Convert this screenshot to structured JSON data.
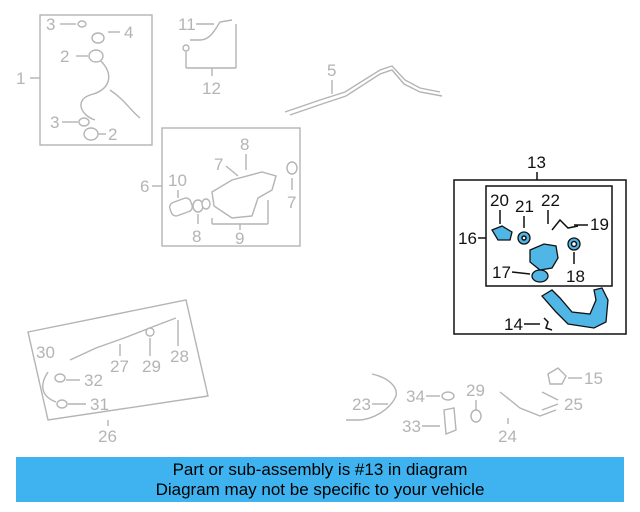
{
  "labels": {
    "n1": "1",
    "n2a": "2",
    "n2b": "2",
    "n3a": "3",
    "n3b": "3",
    "n4": "4",
    "n5": "5",
    "n6": "6",
    "n7a": "7",
    "n7b": "7",
    "n8a": "8",
    "n8b": "8",
    "n9": "9",
    "n10": "10",
    "n11": "11",
    "n12": "12",
    "n13": "13",
    "n14": "14",
    "n16": "16",
    "n17": "17",
    "n18": "18",
    "n19": "19",
    "n20": "20",
    "n21": "21",
    "n22": "22",
    "n15": "15",
    "n23": "23",
    "n24": "24",
    "n25": "25",
    "n26": "26",
    "n27": "27",
    "n28": "28",
    "n29a": "29",
    "n29b": "29",
    "n30": "30",
    "n31": "31",
    "n32": "32",
    "n33": "33",
    "n34": "34"
  },
  "banner": {
    "line1": "Part or sub-assembly is #13 in diagram",
    "line2": "Diagram may not be specific to your vehicle"
  },
  "colors": {
    "highlight": "#4fb6e6",
    "banner": "#3fb3ef",
    "faded": "#b4b4b4"
  }
}
